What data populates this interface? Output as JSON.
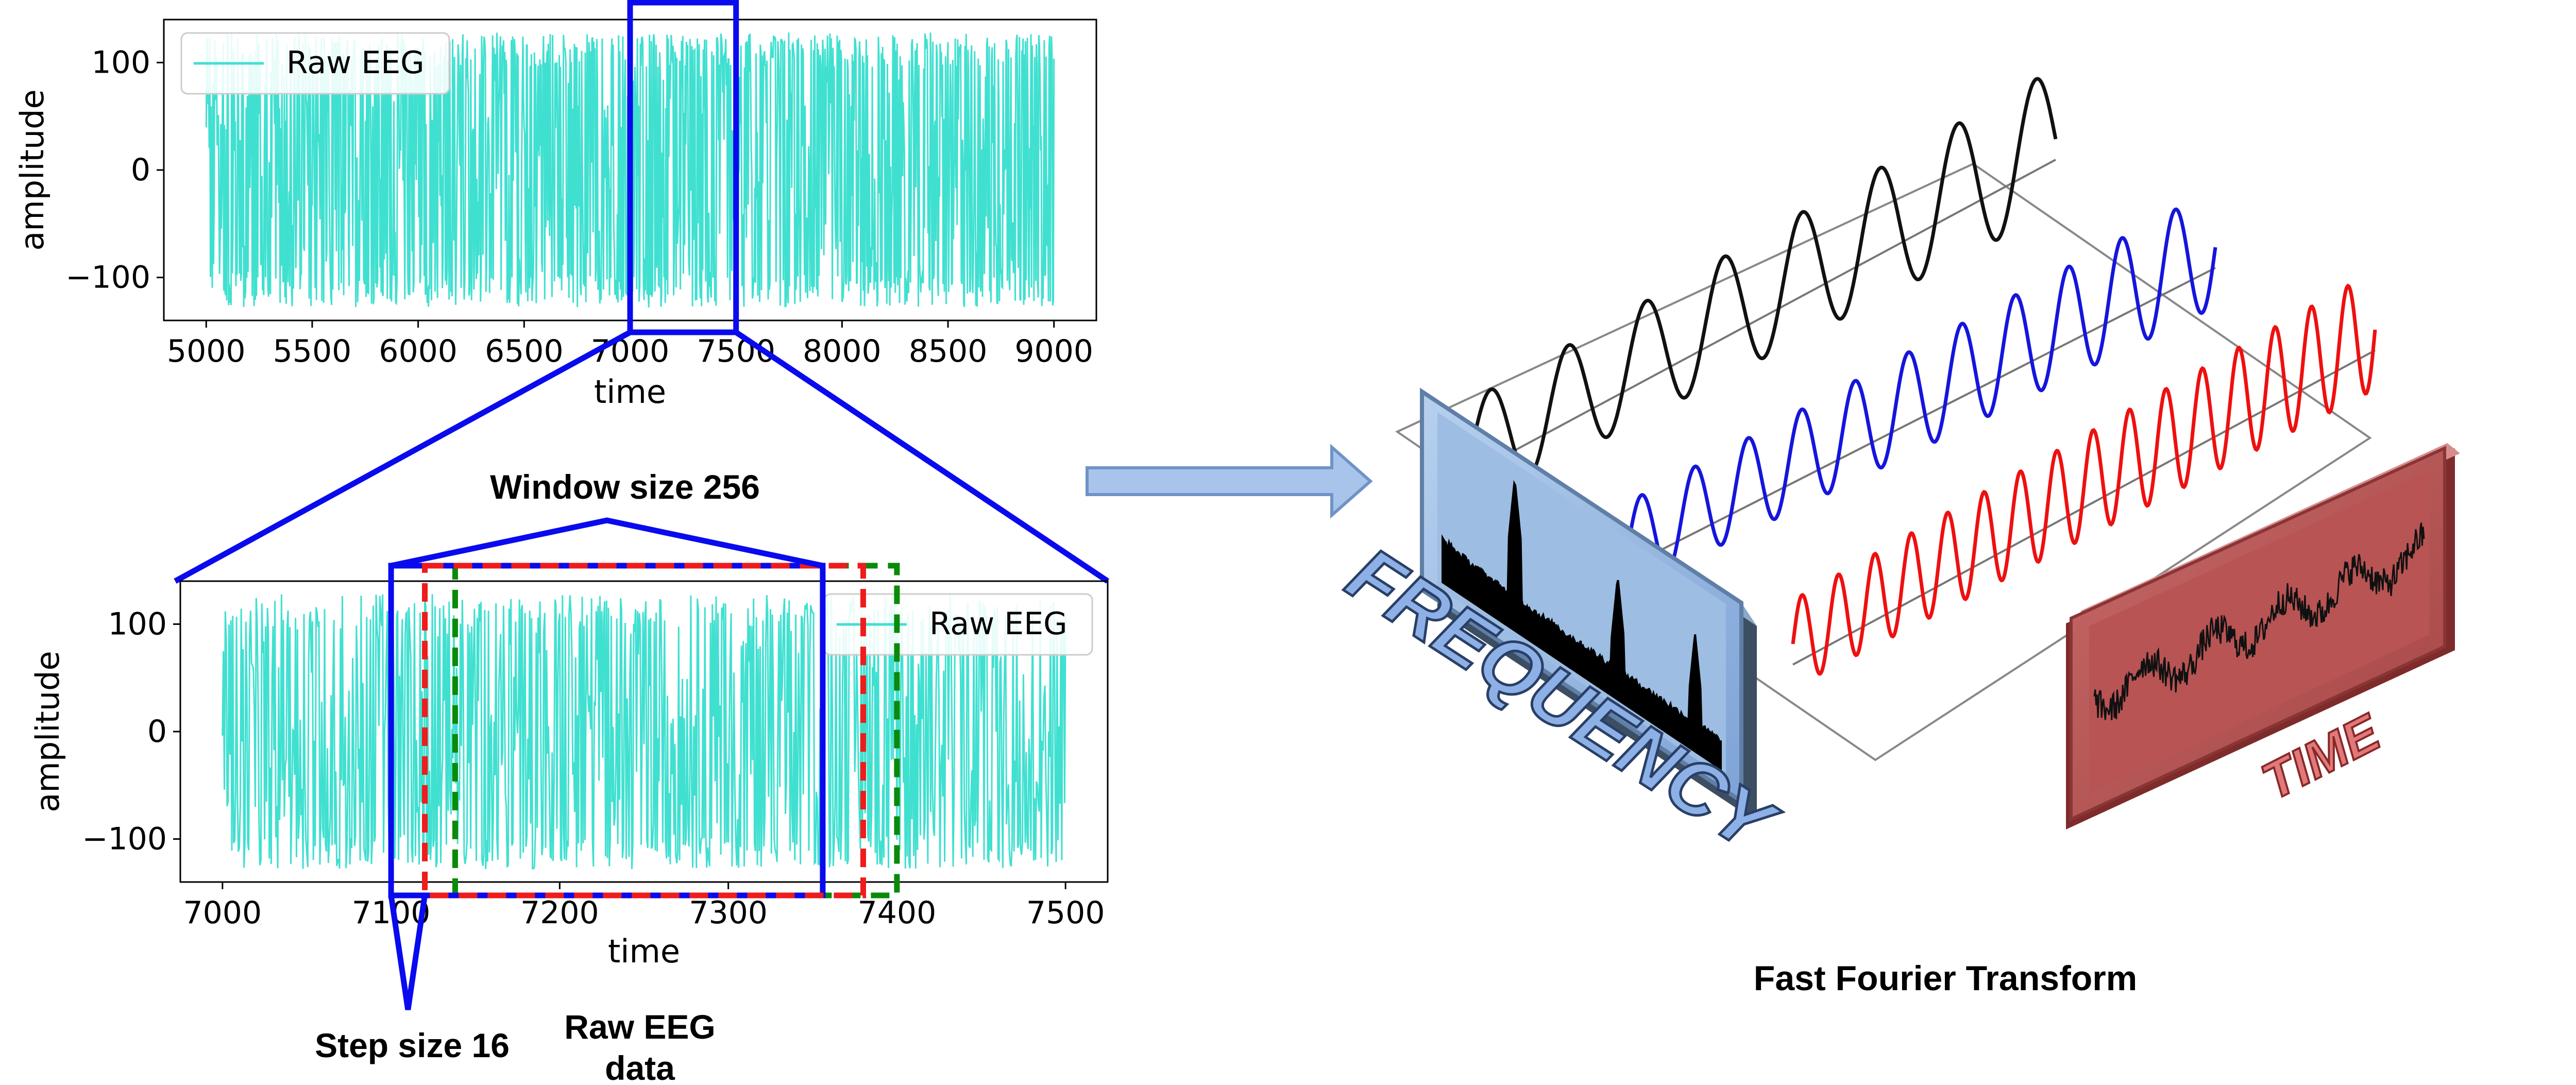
{
  "colors": {
    "eeg_line": "#40e0d0",
    "window_blue": "#0a0aee",
    "step_red": "#ee1c1c",
    "step_green": "#0a8a0a",
    "frequency_panel": "#9fbfe4",
    "time_panel": "#c15a5a",
    "wave_black": "#111111",
    "wave_blue": "#1515dd",
    "wave_red": "#ee1010",
    "arrow_fill": "#a9c4ea",
    "arrow_stroke": "#6f93c6"
  },
  "labels": {
    "window_size": "Window size 256",
    "step_size": "Step size 16",
    "raw_eeg_data_line1": "Raw EEG",
    "raw_eeg_data_line2": "data",
    "fft_title": "Fast Fourier Transform",
    "frequency": "FREQUENCY",
    "time": "TIME"
  },
  "chart_data": [
    {
      "type": "line",
      "xlabel": "time",
      "ylabel": "amplitude",
      "xlim": [
        4800,
        9200
      ],
      "ylim": [
        -140,
        140
      ],
      "xticks": [
        5000,
        5500,
        6000,
        6500,
        7000,
        7500,
        8000,
        8500,
        9000
      ],
      "yticks": [
        -100,
        0,
        100
      ],
      "series": [
        {
          "name": "Raw EEG",
          "x_start": 5000,
          "x_end": 9000,
          "amplitude_max": 128,
          "amplitude_min": -128
        }
      ],
      "legend": "upper-left",
      "highlight_window": [
        7000,
        7500
      ]
    },
    {
      "type": "line",
      "xlabel": "time",
      "ylabel": "amplitude",
      "xlim": [
        6975,
        7525
      ],
      "ylim": [
        -140,
        140
      ],
      "xticks": [
        7000,
        7100,
        7200,
        7300,
        7400,
        7500
      ],
      "yticks": [
        -100,
        0,
        100
      ],
      "series": [
        {
          "name": "Raw EEG",
          "x_start": 7000,
          "x_end": 7500,
          "amplitude_max": 128,
          "amplitude_min": -128
        }
      ],
      "legend": "upper-right",
      "windows": [
        {
          "name": "window-blue",
          "x0": 7100,
          "x1": 7356
        },
        {
          "name": "window-red",
          "x0": 7120,
          "x1": 7380
        },
        {
          "name": "window-green",
          "x0": 7138,
          "x1": 7400
        }
      ]
    }
  ]
}
